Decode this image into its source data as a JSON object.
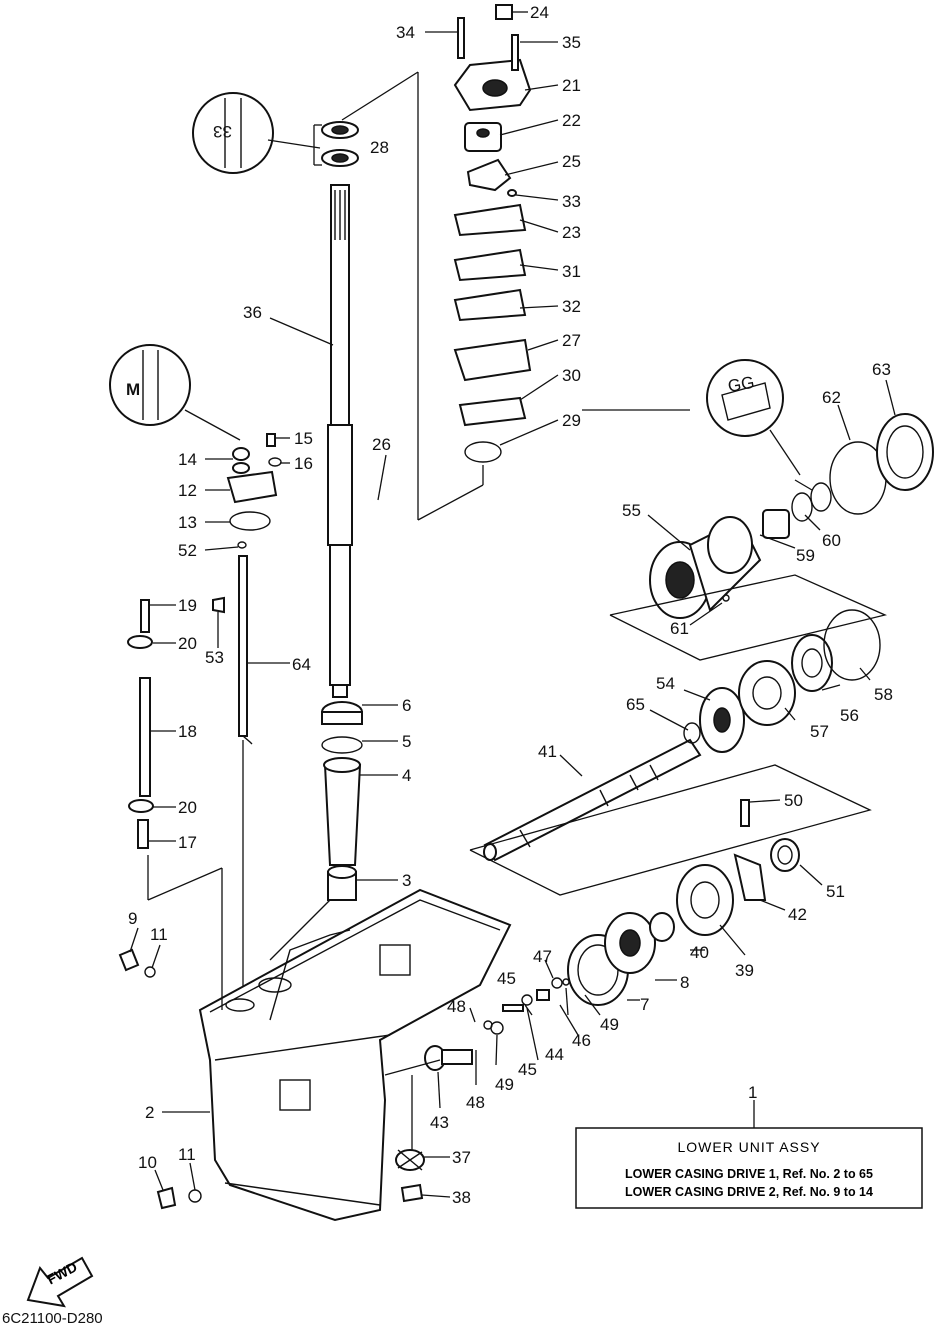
{
  "diagram": {
    "code": "6C21100-D280",
    "fwd_label": "FWD",
    "detail_marks": [
      "33",
      "M",
      "GG"
    ]
  },
  "info_box": {
    "ref_no": "1",
    "title": "LOWER UNIT ASSY",
    "rows": [
      "LOWER CASING DRIVE 1,  Ref. No. 2 to 65",
      "LOWER CASING DRIVE 2,  Ref. No. 9 to 14"
    ]
  },
  "callouts": [
    "2",
    "3",
    "4",
    "5",
    "6",
    "7",
    "8",
    "9",
    "10",
    "11",
    "11",
    "12",
    "13",
    "14",
    "15",
    "16",
    "17",
    "18",
    "19",
    "20",
    "20",
    "21",
    "22",
    "23",
    "24",
    "25",
    "26",
    "27",
    "28",
    "29",
    "30",
    "31",
    "32",
    "33",
    "34",
    "35",
    "36",
    "37",
    "38",
    "39",
    "40",
    "41",
    "42",
    "43",
    "44",
    "45",
    "45",
    "46",
    "47",
    "48",
    "48",
    "49",
    "49",
    "50",
    "51",
    "52",
    "53",
    "54",
    "55",
    "56",
    "57",
    "58",
    "59",
    "60",
    "61",
    "62",
    "63",
    "64",
    "65"
  ]
}
